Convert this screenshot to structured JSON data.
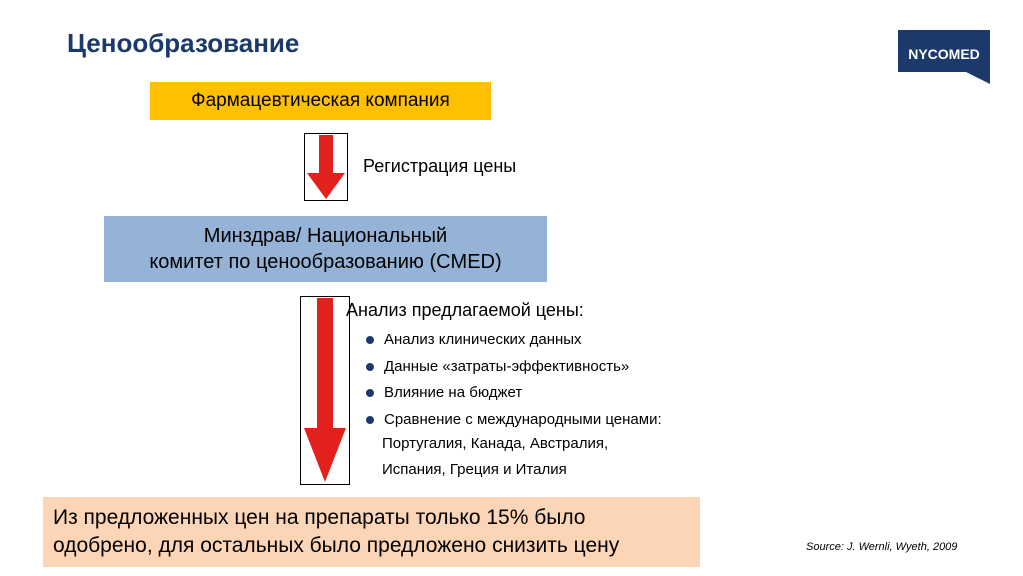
{
  "title": "Ценообразование",
  "logo": {
    "text": "NYCOMED",
    "color": "#1b3a6b"
  },
  "pharma_box": {
    "label": "Фармацевтическая компания",
    "color": "#ffc000"
  },
  "step1_label": "Регистрация цены",
  "ministry_box": {
    "line1": "Минздрав/ Национальный",
    "line2": "комитет по ценообразованию (CMED)",
    "color": "#95b3d7"
  },
  "analysis": {
    "heading": "Анализ предлагаемой цены:",
    "items": [
      "Анализ клинических данных",
      "Данные «затраты-эффективность»",
      "Влияние на бюджет",
      "Сравнение с международными ценами:"
    ],
    "countries_line1": "Португалия, Канада, Австралия,",
    "countries_line2": "Испания, Греция и Италия"
  },
  "result_box": {
    "line1": "Из предложенных цен на препараты только 15% было",
    "line2": "одобрено, для остальных было предложено снизить цену",
    "color": "#fbd5b5"
  },
  "source": "Source: J. Wernli, Wyeth, 2009",
  "arrow_color": "#e3211c"
}
